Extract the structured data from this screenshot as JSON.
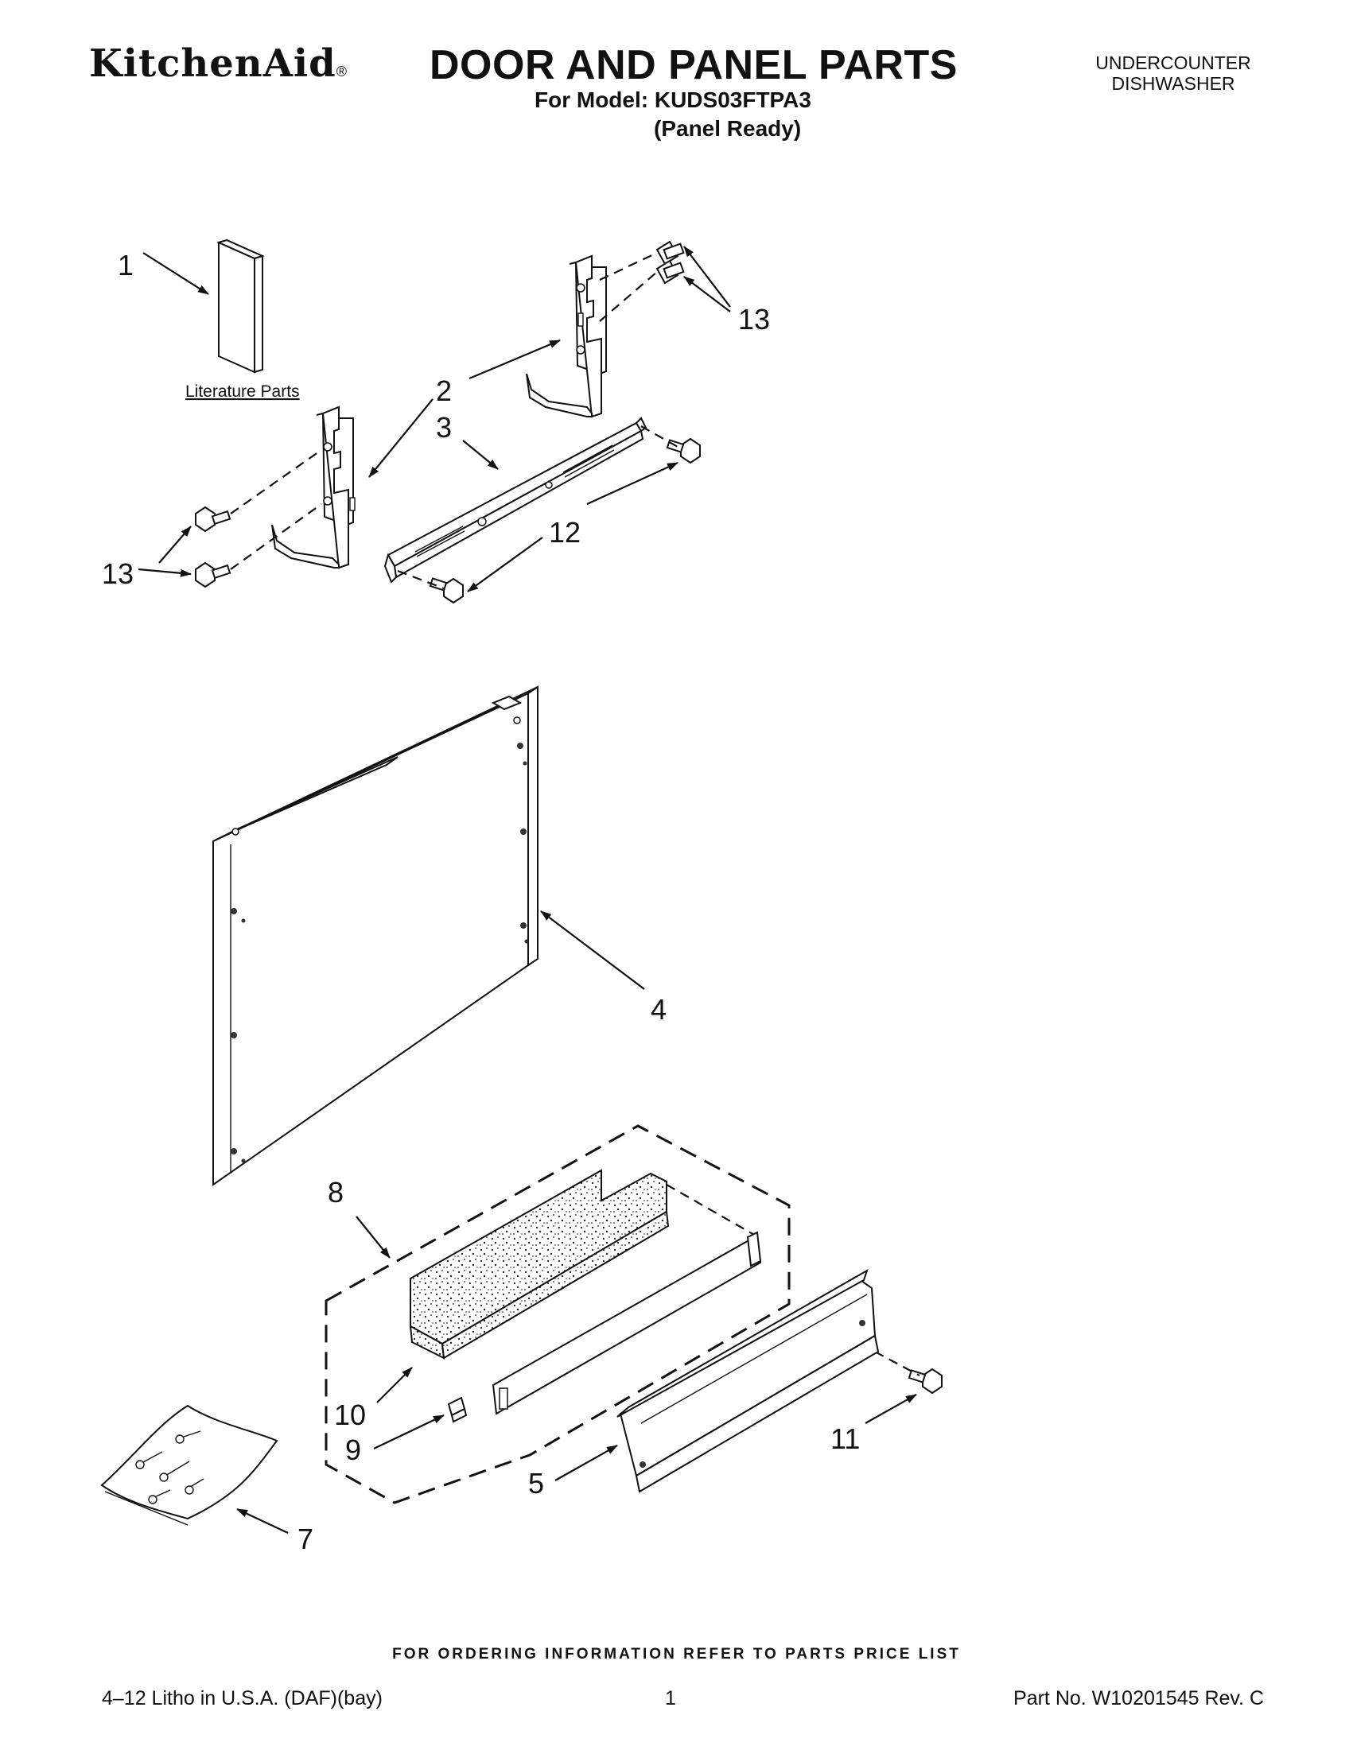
{
  "header": {
    "brand": "KitchenAid",
    "registered_mark": "®",
    "title": "DOOR AND PANEL PARTS",
    "model_line": "For Model: KUDS03FTPA3",
    "variant": "(Panel Ready)",
    "appliance_line1": "UNDERCOUNTER",
    "appliance_line2": "DISHWASHER"
  },
  "diagram": {
    "literature_label": "Literature Parts",
    "callouts": {
      "c1": "1",
      "c2": "2",
      "c3": "3",
      "c4": "4",
      "c5": "5",
      "c7": "7",
      "c8": "8",
      "c9": "9",
      "c10": "10",
      "c11": "11",
      "c12": "12",
      "c13a": "13",
      "c13b": "13"
    }
  },
  "footer": {
    "ordering_note": "FOR ORDERING INFORMATION REFER TO PARTS PRICE LIST",
    "litho": "4–12 Litho in U.S.A. (DAF)(bay)",
    "page_number": "1",
    "part_number": "Part No. W10201545 Rev. C"
  }
}
